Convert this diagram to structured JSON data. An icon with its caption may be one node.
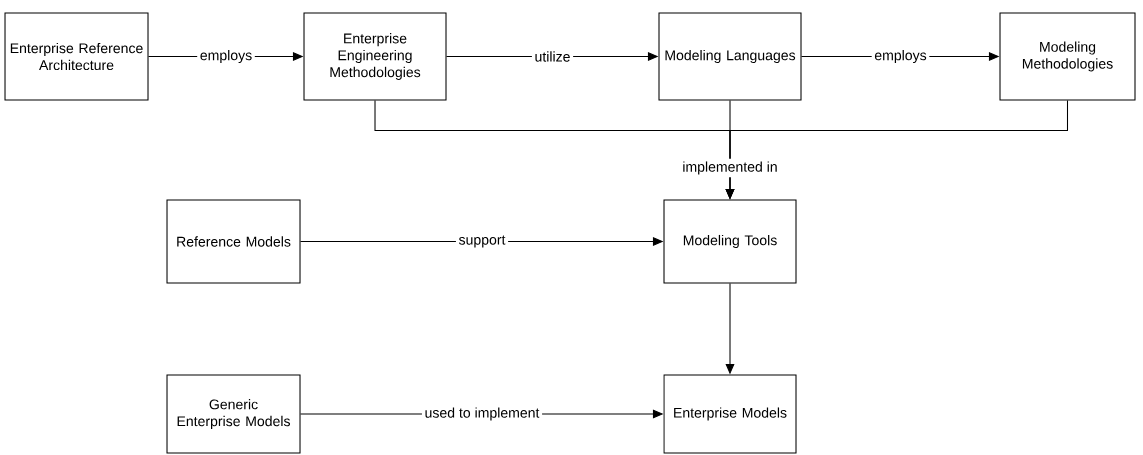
{
  "diagram": {
    "nodes": [
      {
        "text": [
          "Enterprise Reference Architecture"
        ]
      },
      {
        "text": [
          "Enterprise Engineering Methodologies"
        ]
      },
      {
        "text": [
          "Modeling Languages"
        ]
      },
      {
        "text": [
          "Modeling Methodologies"
        ]
      },
      {
        "text": [
          "Reference Models"
        ]
      },
      {
        "text": [
          "Modeling Tools"
        ]
      },
      {
        "text": [
          "Generic Enterprise Models"
        ]
      },
      {
        "text": [
          "Enterprise Models"
        ]
      }
    ],
    "edges": [
      {
        "from": 0,
        "to": 1,
        "arrow": "to",
        "label": "employs"
      },
      {
        "from": 1,
        "to": 2,
        "arrow": "to",
        "label": "utilize"
      },
      {
        "from": 2,
        "to": 3,
        "arrow": "to",
        "label": "employs"
      },
      {
        "from": 1,
        "to": 5,
        "arrow": "to"
      },
      {
        "from": 2,
        "to": 5,
        "arrow": "to",
        "label": "implemented in"
      },
      {
        "from": 3,
        "to": 5,
        "arrow": "to"
      },
      {
        "from": 4,
        "to": 5,
        "arrow": "to",
        "label": "support"
      },
      {
        "from": 5,
        "to": 7,
        "arrow": "to"
      },
      {
        "from": 6,
        "to": 7,
        "arrow": "to",
        "label": "used to implement"
      }
    ]
  }
}
